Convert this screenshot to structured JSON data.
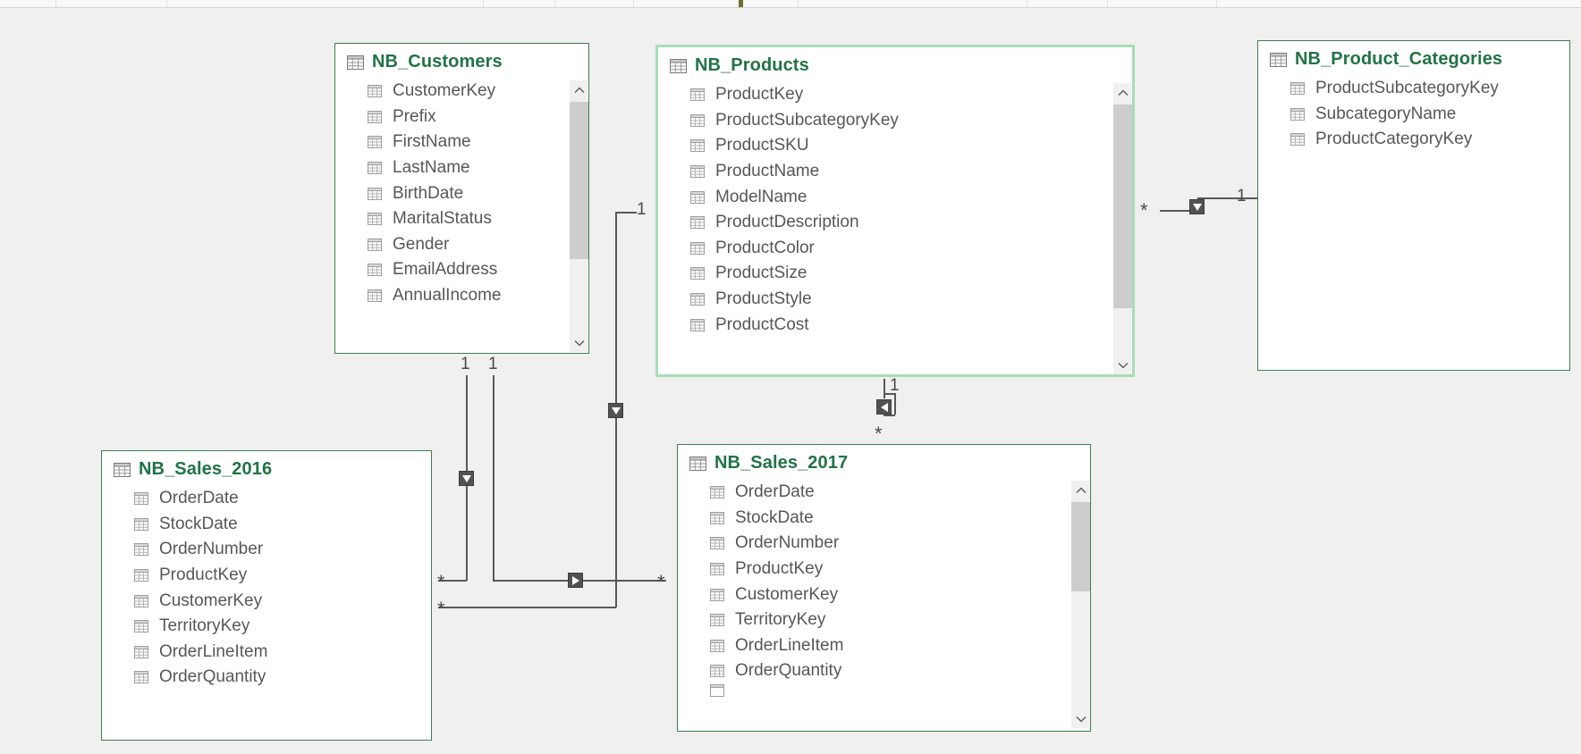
{
  "app": {
    "view_name": "model-relationships-canvas",
    "canvas_background": "#f0f0f0",
    "table_border_color": "#3b7d4f",
    "selected_border_color": "#a8dcb9",
    "title_color": "#217346",
    "field_color": "#575757",
    "connector_color": "#585858"
  },
  "tables": [
    {
      "id": "nb-customers",
      "title": "NB_Customers",
      "selected": false,
      "has_scrollbar": true,
      "icon": "table-icon",
      "fields": [
        {
          "label": "CustomerKey",
          "icon": "field-table-icon"
        },
        {
          "label": "Prefix",
          "icon": "field-table-icon"
        },
        {
          "label": "FirstName",
          "icon": "field-table-icon"
        },
        {
          "label": "LastName",
          "icon": "field-table-icon"
        },
        {
          "label": "BirthDate",
          "icon": "field-table-icon"
        },
        {
          "label": "MaritalStatus",
          "icon": "field-table-icon"
        },
        {
          "label": "Gender",
          "icon": "field-table-icon"
        },
        {
          "label": "EmailAddress",
          "icon": "field-table-icon"
        },
        {
          "label": "AnnualIncome",
          "icon": "field-table-icon"
        }
      ]
    },
    {
      "id": "nb-products",
      "title": "NB_Products",
      "selected": true,
      "has_scrollbar": true,
      "icon": "table-icon",
      "fields": [
        {
          "label": "ProductKey",
          "icon": "field-table-icon"
        },
        {
          "label": "ProductSubcategoryKey",
          "icon": "field-table-icon"
        },
        {
          "label": "ProductSKU",
          "icon": "field-table-icon"
        },
        {
          "label": "ProductName",
          "icon": "field-table-icon"
        },
        {
          "label": "ModelName",
          "icon": "field-table-icon"
        },
        {
          "label": "ProductDescription",
          "icon": "field-table-icon"
        },
        {
          "label": "ProductColor",
          "icon": "field-table-icon"
        },
        {
          "label": "ProductSize",
          "icon": "field-table-icon"
        },
        {
          "label": "ProductStyle",
          "icon": "field-table-icon"
        },
        {
          "label": "ProductCost",
          "icon": "field-table-icon"
        }
      ]
    },
    {
      "id": "nb-product-categories",
      "title": "NB_Product_Categories",
      "selected": false,
      "has_scrollbar": false,
      "icon": "table-icon",
      "fields": [
        {
          "label": "ProductSubcategoryKey",
          "icon": "field-table-icon"
        },
        {
          "label": "SubcategoryName",
          "icon": "field-table-icon"
        },
        {
          "label": "ProductCategoryKey",
          "icon": "field-table-icon"
        }
      ]
    },
    {
      "id": "nb-sales-2016",
      "title": "NB_Sales_2016",
      "selected": false,
      "has_scrollbar": false,
      "icon": "table-icon",
      "fields": [
        {
          "label": "OrderDate",
          "icon": "field-table-icon"
        },
        {
          "label": "StockDate",
          "icon": "field-table-icon"
        },
        {
          "label": "OrderNumber",
          "icon": "field-table-icon"
        },
        {
          "label": "ProductKey",
          "icon": "field-table-icon"
        },
        {
          "label": "CustomerKey",
          "icon": "field-table-icon"
        },
        {
          "label": "TerritoryKey",
          "icon": "field-table-icon"
        },
        {
          "label": "OrderLineItem",
          "icon": "field-table-icon"
        },
        {
          "label": "OrderQuantity",
          "icon": "field-table-icon"
        }
      ]
    },
    {
      "id": "nb-sales-2017",
      "title": "NB_Sales_2017",
      "selected": false,
      "has_scrollbar": true,
      "icon": "table-icon",
      "fields": [
        {
          "label": "OrderDate",
          "icon": "field-table-icon"
        },
        {
          "label": "StockDate",
          "icon": "field-table-icon"
        },
        {
          "label": "OrderNumber",
          "icon": "field-table-icon"
        },
        {
          "label": "ProductKey",
          "icon": "field-table-icon"
        },
        {
          "label": "CustomerKey",
          "icon": "field-table-icon"
        },
        {
          "label": "TerritoryKey",
          "icon": "field-table-icon"
        },
        {
          "label": "OrderLineItem",
          "icon": "field-table-icon"
        },
        {
          "label": "OrderQuantity",
          "icon": "field-table-icon"
        }
      ]
    }
  ],
  "cardinality_labels": {
    "one": "1",
    "many": "*"
  },
  "relationships": [
    {
      "id": "products-to-categories",
      "from_label": "*",
      "to_label": "1",
      "arrow": "filter-arrow-down-icon"
    },
    {
      "id": "products-to-sales-2017",
      "from_label": "1",
      "to_label": "*",
      "arrow": "filter-arrow-left-icon"
    },
    {
      "id": "customers-to-sales-2016",
      "from_label": "1",
      "to_label": "*",
      "arrow": "filter-arrow-down-icon"
    },
    {
      "id": "customers-to-sales-2017",
      "from_label": "1",
      "to_label": "*",
      "arrow": "filter-arrow-right-icon"
    },
    {
      "id": "products-to-sales-2016",
      "from_label": "1",
      "to_label": "*",
      "arrow": "filter-arrow-down-icon"
    }
  ]
}
